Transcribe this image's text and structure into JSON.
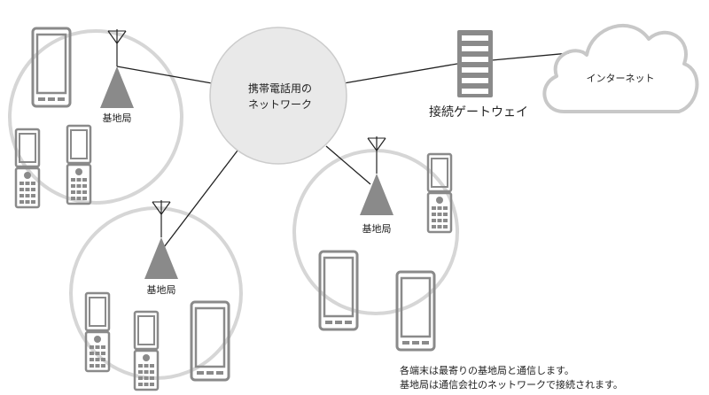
{
  "diagram": {
    "network_label_line1": "携帯電話用の",
    "network_label_line2": "ネットワーク",
    "gateway_label": "接続ゲートウェイ",
    "internet_label": "インターネット",
    "base_station_label": "基地局",
    "caption_line1": "各端末は最寄りの基地局と通信します。",
    "caption_line2": "基地局は通信会社のネットワークで接続されます。"
  },
  "colors": {
    "cell_ring": "#d6d6d6",
    "network_fill": "#e9e9e9",
    "network_stroke": "#c8c8c8",
    "device": "#8a8a8a",
    "device_dark": "#7a7a7a",
    "link_line": "#222222",
    "text": "#222222"
  }
}
